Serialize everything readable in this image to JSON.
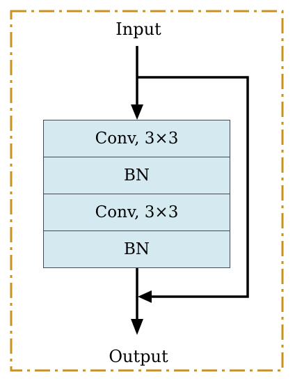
{
  "input_label": "Input",
  "output_label": "Output",
  "layers": [
    {
      "label": "Conv, 3×3"
    },
    {
      "label": "BN"
    },
    {
      "label": "Conv, 3×3"
    },
    {
      "label": "BN"
    }
  ],
  "colors": {
    "frame_border": "#c8921c",
    "layer_fill": "#d4eaf0",
    "layer_border": "#3f4a52",
    "arrow": "#000000"
  }
}
